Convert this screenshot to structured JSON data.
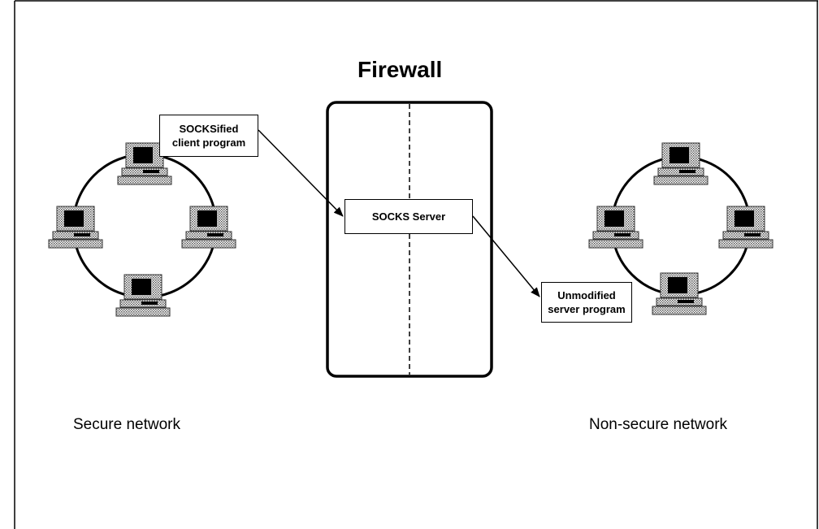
{
  "diagram": {
    "title": "Firewall",
    "left_network_label": "Secure network",
    "right_network_label": "Non-secure network",
    "client_box_line1": "SOCKSified",
    "client_box_line2": "client program",
    "server_box_label": "SOCKS Server",
    "unmodified_box_line1": "Unmodified",
    "unmodified_box_line2": "server program",
    "icons": [
      "workstation-icon",
      "arrow-icon"
    ]
  }
}
